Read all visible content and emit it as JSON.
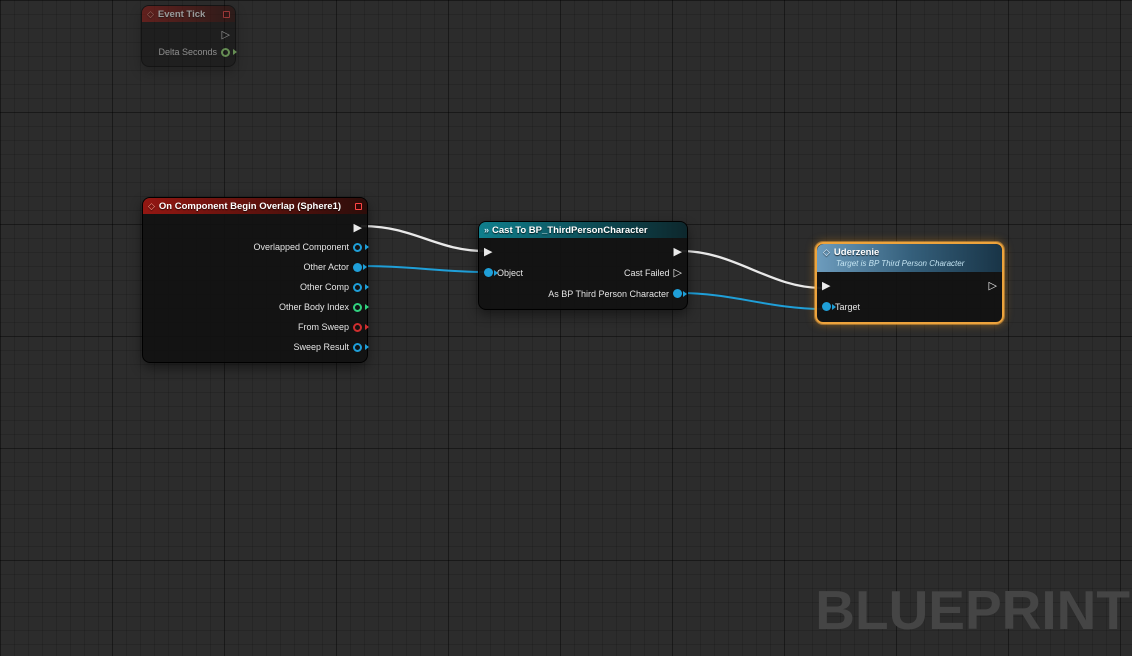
{
  "watermark": "BLUEPRINT",
  "colors": {
    "exec_pin": "#eaeaea",
    "object_pin": "#1f9fd8",
    "float_pin": "#9be87a",
    "int_pin": "#30d17f",
    "bool_pin": "#cf2f2f",
    "selection_outline": "#eda33c",
    "event_header": "#931712",
    "cast_header": "#0f7f8d",
    "function_header": "#6d9cbd",
    "exec_wire": "#e9e9e9",
    "object_wire": "#1f9fd8"
  },
  "nodes": {
    "event_tick": {
      "title": "Event Tick",
      "pins": [
        {
          "label": "Delta Seconds",
          "type": "float",
          "direction": "out",
          "connected": false
        }
      ]
    },
    "begin_overlap": {
      "title": "On Component Begin Overlap (Sphere1)",
      "pins": [
        {
          "label": "Overlapped Component",
          "type": "object",
          "direction": "out",
          "connected": false
        },
        {
          "label": "Other Actor",
          "type": "object",
          "direction": "out",
          "connected": true
        },
        {
          "label": "Other Comp",
          "type": "object",
          "direction": "out",
          "connected": false
        },
        {
          "label": "Other Body Index",
          "type": "int",
          "direction": "out",
          "connected": false
        },
        {
          "label": "From Sweep",
          "type": "bool",
          "direction": "out",
          "connected": false
        },
        {
          "label": "Sweep Result",
          "type": "struct",
          "direction": "out",
          "connected": false
        }
      ]
    },
    "cast": {
      "title": "Cast To BP_ThirdPersonCharacter",
      "pins": [
        {
          "label": "Object",
          "type": "object",
          "direction": "in",
          "connected": true
        },
        {
          "label": "Cast Failed",
          "type": "exec",
          "direction": "out",
          "connected": false
        },
        {
          "label": "As BP Third Person Character",
          "type": "object",
          "direction": "out",
          "connected": true
        }
      ]
    },
    "uderzenie": {
      "title": "Uderzenie",
      "subtitle": "Target is BP Third Person Character",
      "selected": true,
      "pins": [
        {
          "label": "Target",
          "type": "object",
          "direction": "in",
          "connected": true
        }
      ]
    }
  },
  "connections": [
    {
      "from": "On Component Begin Overlap (Sphere1).exec",
      "to": "Cast To BP_ThirdPersonCharacter.exec",
      "kind": "exec"
    },
    {
      "from": "On Component Begin Overlap (Sphere1).Other Actor",
      "to": "Cast To BP_ThirdPersonCharacter.Object",
      "kind": "object"
    },
    {
      "from": "Cast To BP_ThirdPersonCharacter.exec out",
      "to": "Uderzenie.exec",
      "kind": "exec"
    },
    {
      "from": "Cast To BP_ThirdPersonCharacter.As BP Third Person Character",
      "to": "Uderzenie.Target",
      "kind": "object"
    }
  ]
}
